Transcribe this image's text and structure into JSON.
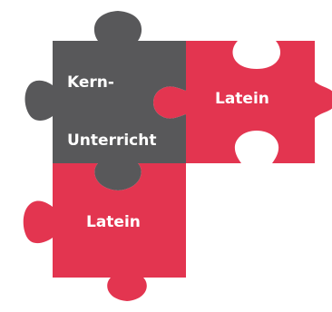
{
  "colors": {
    "kern": "#58585a",
    "latein": "#e33550"
  },
  "pieces": {
    "kern": {
      "line1": "Kern-",
      "line2": "Unterricht",
      "icon": "puzzle-piece-icon"
    },
    "latein_right": {
      "label": "Latein",
      "icon": "puzzle-piece-icon"
    },
    "latein_bottom": {
      "label": "Latein",
      "icon": "puzzle-piece-icon"
    }
  }
}
